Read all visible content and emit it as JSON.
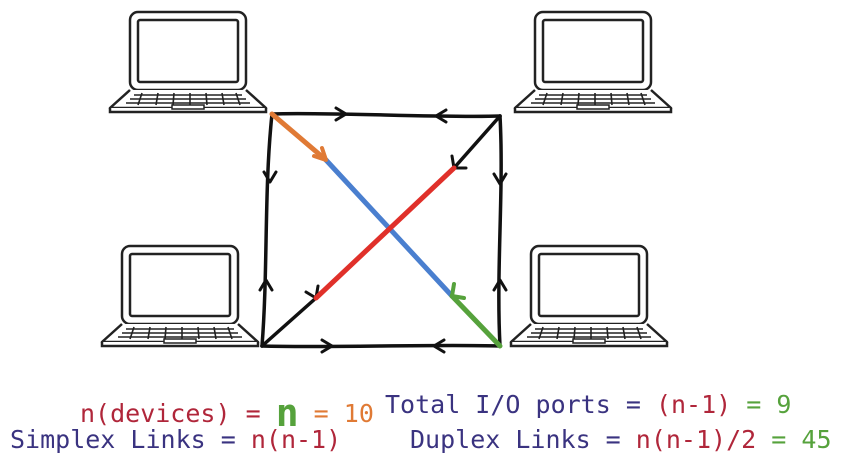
{
  "colors": {
    "red_text": "#b0263a",
    "navy_text": "#3a3380",
    "green": "#56a23c",
    "orange": "#e07a35",
    "blue_link": "#4a7fcf",
    "red_link": "#e0302a",
    "ink": "#111111"
  },
  "formulas": {
    "devices": {
      "label": "n(devices) =",
      "var": "n",
      "eq": "=",
      "value": "10"
    },
    "ports": {
      "label": "Total I/O ports =",
      "expr": "(n-1)",
      "eq": "=",
      "value": "9"
    },
    "simplex": {
      "label": "Simplex Links =",
      "expr": "n(n-1)"
    },
    "duplex": {
      "label": "Duplex Links =",
      "expr": "n(n-1)/2",
      "eq": "=",
      "value": "45"
    }
  }
}
